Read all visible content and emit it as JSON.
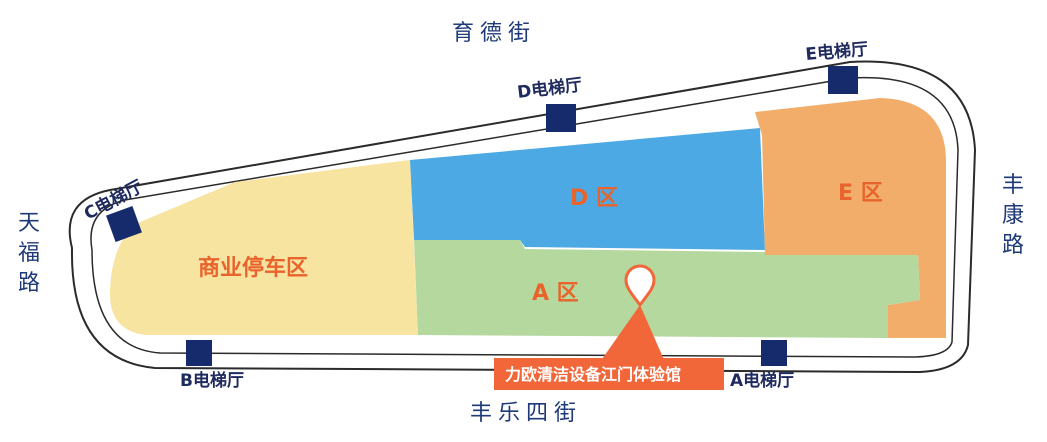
{
  "streets": {
    "top": "育德街",
    "bottom": "丰乐四街",
    "left": "天福路",
    "right": "丰康路"
  },
  "elevators": {
    "a": "A电梯厅",
    "b": "B电梯厅",
    "c": "C电梯厅",
    "d": "D电梯厅",
    "e": "E电梯厅"
  },
  "zones": {
    "commercial_parking": "商业停车区",
    "a": "A 区",
    "d": "D 区",
    "e": "E 区"
  },
  "marker": {
    "label": "力欧清洁设备江门体验馆"
  },
  "colors": {
    "zone_a": "#b5d89e",
    "zone_d": "#4da9e3",
    "zone_e": "#f2ad6a",
    "commercial_parking": "#f8e4a1",
    "elevator": "#152b6b",
    "zone_label": "#e8642c",
    "marker": "#f2673a",
    "street_label": "#1f3a78"
  }
}
